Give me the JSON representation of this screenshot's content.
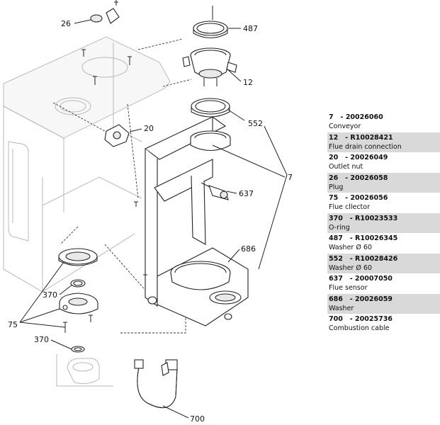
{
  "callouts": {
    "c26": "26",
    "c487": "487",
    "c12": "12",
    "c20": "20",
    "c552": "552",
    "c7": "7",
    "c637": "637",
    "c686": "686",
    "c370a": "370",
    "c75": "75",
    "c370b": "370",
    "c700": "700"
  },
  "legend": [
    {
      "num": "7",
      "code": "20026060",
      "desc": "Conveyor"
    },
    {
      "num": "12",
      "code": "R10028421",
      "desc": "Flue drain connection"
    },
    {
      "num": "20",
      "code": "20026049",
      "desc": "Outlet nut"
    },
    {
      "num": "26",
      "code": "20026058",
      "desc": "Plug"
    },
    {
      "num": "75",
      "code": "20026056",
      "desc": "Flue cllector"
    },
    {
      "num": "370",
      "code": "R10023533",
      "desc": "O-ring"
    },
    {
      "num": "487",
      "code": "R10026345",
      "desc": "Washer Ø 60"
    },
    {
      "num": "552",
      "code": "R10028426",
      "desc": "Washer Ø 60"
    },
    {
      "num": "637",
      "code": "20007050",
      "desc": "Flue sensor"
    },
    {
      "num": "686",
      "code": "20026059",
      "desc": "Washer"
    },
    {
      "num": "700",
      "code": "20025736",
      "desc": "Combustion cable"
    }
  ]
}
